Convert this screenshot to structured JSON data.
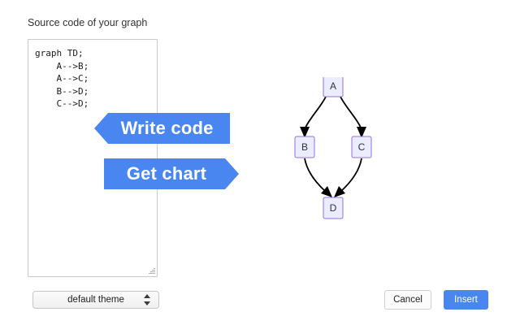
{
  "dialog": {
    "source_label": "Source code of your graph"
  },
  "editor": {
    "code": "graph TD;\n    A-->B;\n    A-->C;\n    B-->D;\n    C-->D;",
    "resize_handle": "resize-grip"
  },
  "banners": [
    {
      "id": "write-code",
      "label": "Write code",
      "direction": "left",
      "color": "#4a86f0"
    },
    {
      "id": "get-chart",
      "label": "Get chart",
      "direction": "right",
      "color": "#4a86f0"
    }
  ],
  "graph": {
    "type": "flowchart",
    "direction": "TD",
    "node_fill": "#ececff",
    "node_stroke": "#9370db",
    "edge_color": "#000000",
    "nodes": [
      {
        "id": "A",
        "label": "A"
      },
      {
        "id": "B",
        "label": "B"
      },
      {
        "id": "C",
        "label": "C"
      },
      {
        "id": "D",
        "label": "D"
      }
    ],
    "edges": [
      {
        "from": "A",
        "to": "B"
      },
      {
        "from": "A",
        "to": "C"
      },
      {
        "from": "B",
        "to": "D"
      },
      {
        "from": "C",
        "to": "D"
      }
    ]
  },
  "theme": {
    "selected": "default theme",
    "options": [
      "default theme"
    ]
  },
  "footer": {
    "cancel_label": "Cancel",
    "insert_label": "Insert",
    "insert_color": "#4a86f0"
  }
}
